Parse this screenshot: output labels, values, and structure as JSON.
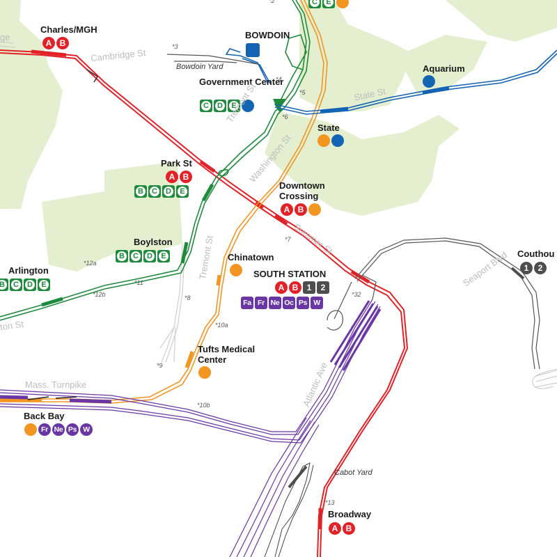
{
  "stations": {
    "charles_mgh": {
      "name": "Charles/MGH",
      "routes": [
        "A",
        "B"
      ]
    },
    "bowdoin": {
      "name": "BOWDOIN"
    },
    "government_center": {
      "name": "Government Center",
      "routes": [
        "C",
        "D",
        "E"
      ]
    },
    "aquarium": {
      "name": "Aquarium"
    },
    "state": {
      "name": "State"
    },
    "park_st": {
      "name": "Park St",
      "routes_red": [
        "A",
        "B"
      ],
      "routes_green": [
        "B",
        "C",
        "D",
        "E"
      ]
    },
    "downtown_crossing": {
      "name": "Downtown\nCrossing",
      "routes": [
        "A",
        "B"
      ]
    },
    "boylston": {
      "name": "Boylston",
      "routes": [
        "B",
        "C",
        "D",
        "E"
      ]
    },
    "arlington": {
      "name": "Arlington",
      "routes": [
        "B",
        "C",
        "D",
        "E"
      ]
    },
    "chinatown": {
      "name": "Chinatown"
    },
    "south_station": {
      "name": "SOUTH STATION",
      "routes_red": [
        "A",
        "B"
      ],
      "routes_gray": [
        "1",
        "2"
      ],
      "routes_commuter": [
        "Fa",
        "Fr",
        "Ne",
        "Oc",
        "Ps",
        "W"
      ]
    },
    "couthouse": {
      "name": "Couthou",
      "routes": [
        "1",
        "2"
      ]
    },
    "tufts": {
      "name": "Tufts Medical\nCenter"
    },
    "back_bay": {
      "name": "Back Bay",
      "routes_commuter": [
        "Fr",
        "Ne",
        "Ps",
        "W"
      ]
    },
    "broadway": {
      "name": "Broadway",
      "routes": [
        "A",
        "B"
      ]
    },
    "top_partial": {
      "routes": [
        "C",
        "E"
      ]
    }
  },
  "streets": {
    "cambridge": "Cambridge St",
    "state": "State St",
    "tremont_upper": "Tremont St",
    "washington": "Washington St",
    "summer": "Summer St",
    "tremont_lower": "Tremont St",
    "seaport": "Seaport Blvd",
    "atlantic": "Atlantic Ave",
    "mass_turnpike": "Mass. Turnpike",
    "boylston_partial": "ton St",
    "left_partial": "ge"
  },
  "yards": {
    "bowdoin": "Bowdoin Yard",
    "cabot": "Cabot Yard"
  },
  "junctions": {
    "j2": "*2",
    "j3": "*3",
    "j4": "*4",
    "j5": "*5",
    "j6": "*6",
    "j7": "*7",
    "j8": "*8",
    "j9": "*9",
    "j10a": "*10a",
    "j10b": "*10b",
    "j11": "*11",
    "j12a": "*12a",
    "j12b": "*12b",
    "j13": "*13",
    "j32": "*32"
  },
  "colors": {
    "red": "#e32227",
    "green": "#1e8b3c",
    "orange": "#f39521",
    "blue": "#1464b4",
    "gray": "#4d4d4d",
    "purple": "#6a35a5",
    "park": "#e3efcf",
    "water": "#ffffff"
  },
  "icons": {
    "bowdoin_terminal": "square-station-icon",
    "transfer": "circle-route-badge"
  }
}
